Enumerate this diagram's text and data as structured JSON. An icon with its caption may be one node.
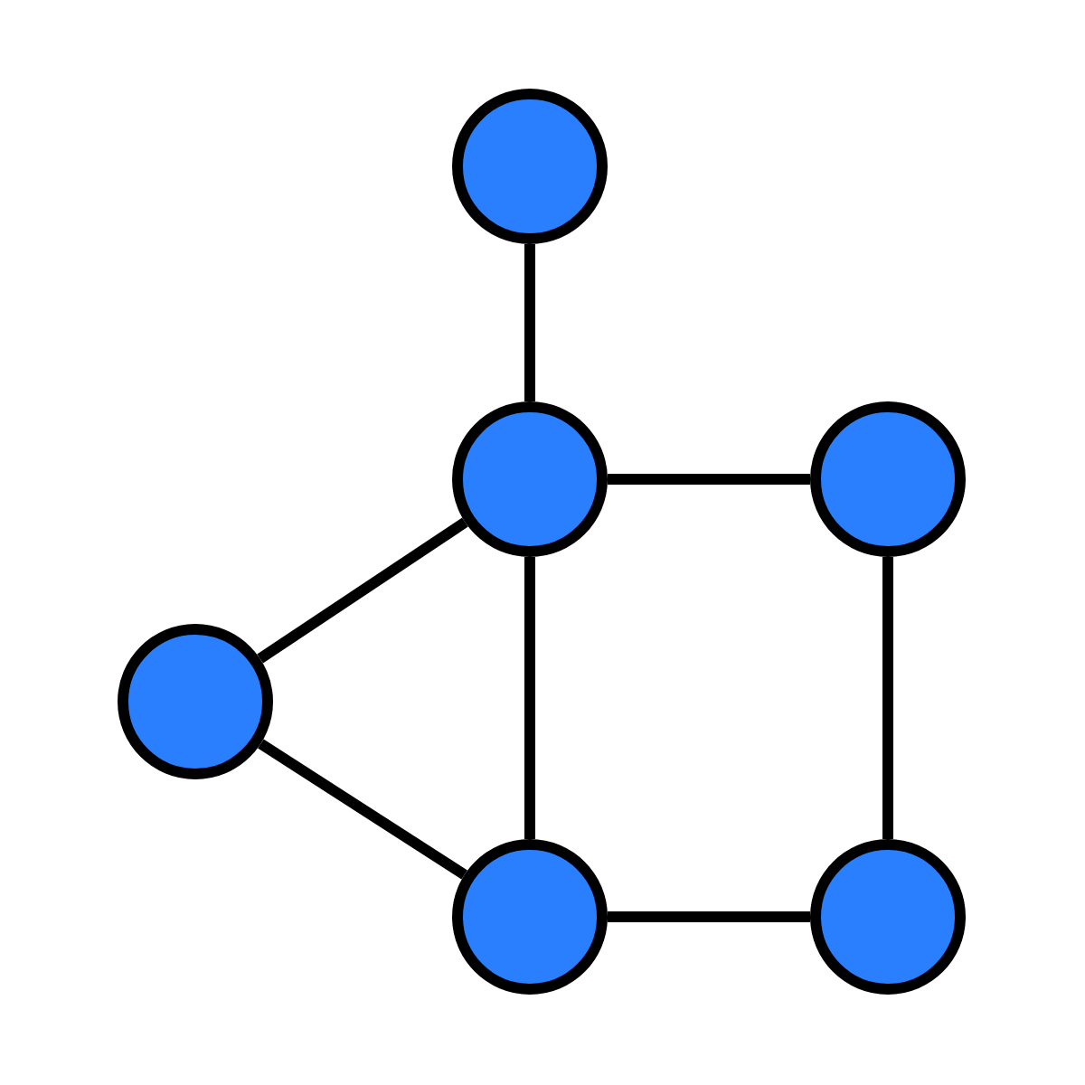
{
  "diagram": {
    "nodes": [
      {
        "text": [],
        "shape": "circle"
      },
      {
        "text": [],
        "shape": "circle"
      },
      {
        "text": [],
        "shape": "circle"
      },
      {
        "text": [],
        "shape": "circle"
      },
      {
        "text": [],
        "shape": "circle"
      },
      {
        "text": [],
        "shape": "circle"
      }
    ],
    "edges": [
      {
        "from": 0,
        "to": 1,
        "arrow": "none"
      },
      {
        "from": 1,
        "to": 2,
        "arrow": "none"
      },
      {
        "from": 1,
        "to": 3,
        "arrow": "none"
      },
      {
        "from": 1,
        "to": 4,
        "arrow": "none"
      },
      {
        "from": 3,
        "to": 4,
        "arrow": "none"
      },
      {
        "from": 4,
        "to": 5,
        "arrow": "none"
      },
      {
        "from": 2,
        "to": 5,
        "arrow": "none"
      }
    ]
  }
}
